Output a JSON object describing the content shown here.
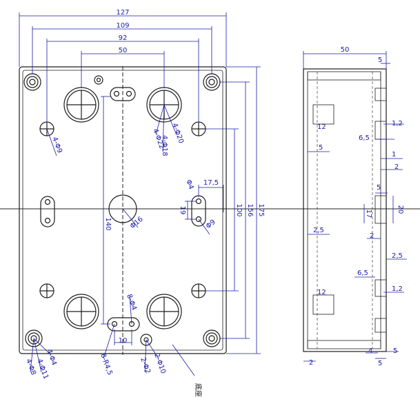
{
  "colors": {
    "outline": "#1c1c1c",
    "dimension": "#1a1aa8",
    "centerline": "#222222",
    "background": "#ffffff"
  },
  "front_view": {
    "widths": {
      "overall": "127",
      "outer_holes": "109",
      "slot_holes": "92",
      "knockouts": "50"
    },
    "heights": {
      "overall": "175",
      "outer_holes": "156",
      "slot_holes": "100",
      "knockouts": "140"
    },
    "callouts": {
      "mount_hole": "4-Φ9",
      "knockout_outer": "4-Φ22",
      "knockout_mid": "4-Φ18",
      "knockout_inner": "4-Φ20",
      "slot_hole": "Φ4",
      "slot_offset": "17,5",
      "slot_length": "19",
      "slot_width": "Φ9",
      "center_hole": "Φ16",
      "pin_holes": "8-Φ4",
      "pin_spacing": "10",
      "pin_ring": "8-R4,5",
      "corner_d4": "4-Φ4",
      "corner_d11": "4-Φ11",
      "corner_d8": "4-Φ8",
      "boss_d2": "2-Φ2",
      "boss_d10": "2-Φ10"
    },
    "bottom_label": "底座"
  },
  "side_view": {
    "width": "50",
    "labels": {
      "top_lip": "5",
      "rib_top": "12",
      "rib_bottom": "12",
      "wall": "5",
      "wall_lower": "2,5",
      "step_top": "1,2",
      "step_top_offset": "6,5",
      "gap_1": "1",
      "gap_2": "2",
      "center_5": "5",
      "center_17": "17",
      "center_20": "20",
      "gap_2b": "2",
      "right_2_5": "2,5",
      "step_bottom_offset": "6,5",
      "step_bottom": "1,2",
      "bottom_2": "2",
      "bottom_4": "4",
      "bottom_5a": "5",
      "bottom_5b": "5"
    }
  }
}
